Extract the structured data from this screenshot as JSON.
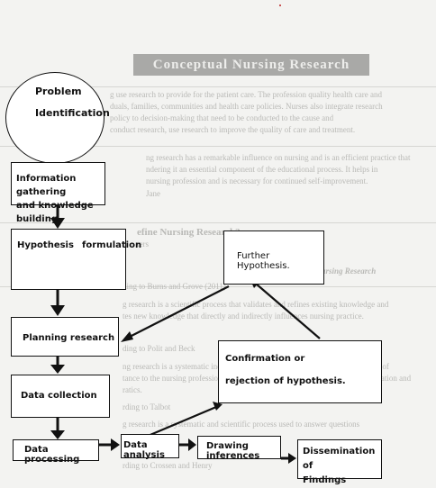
{
  "background": {
    "banner_title": "Conceptual Nursing Research",
    "ghost_lines": [
      "g use research to provide for the patient care. The profession quality health care and",
      "duals, families, communities and health care policies. Nurses also integrate research",
      "policy to decision-making that need to be conducted to the cause and",
      "conduct research, use research to improve the quality of care and treatment.",
      "ng research has a remarkable influence on nursing and is an efficient practice that",
      "ndering it an essential component of the educational process. It helps in",
      "nursing profession and is necessary for continued self-improvement.",
      "Jane",
      "efine Nursing Research?",
      "ters",
      "Definition of Nursing Research",
      "ding to Burns and Grove (2011)",
      "g research is a scientific process that validates and refines existing knowledge and",
      "tes new knowledge that directly and indirectly influences nursing practice.",
      "ding to Polit and Beck",
      "ng research is a systematic inquiry designed to develop knowledge about issues of",
      "tance to the nursing profession, including nursing practice, education, administration and",
      "ratics.",
      "rding to Talbot",
      "g research is a systematic and scientific process used to answer questions",
      "rding to Crossen and Henry"
    ]
  },
  "diagram": {
    "start": {
      "line1": "Problem",
      "line2": "Identification"
    },
    "step_info": {
      "line1": "Information gathering",
      "line2": "and knowledge building"
    },
    "step_hypothesis": {
      "word1": "Hypothesis",
      "word2": "formulation"
    },
    "step_further": "Further Hypothesis.",
    "step_planning": "Planning research",
    "step_collection": "Data collection",
    "step_confirm": {
      "line1": "Confirmation or",
      "line2": "rejection of hypothesis."
    },
    "step_processing": "Data processing",
    "step_analysis": "Data analysis",
    "step_inferences": "Drawing inferences",
    "step_dissemination": {
      "line1": "Dissemination of",
      "line2": "Findings"
    }
  },
  "colors": {
    "stroke": "#111111",
    "box_fill": "#ffffff",
    "banner": "#6d6d6b",
    "ghost_text": "#b9b9b6"
  }
}
